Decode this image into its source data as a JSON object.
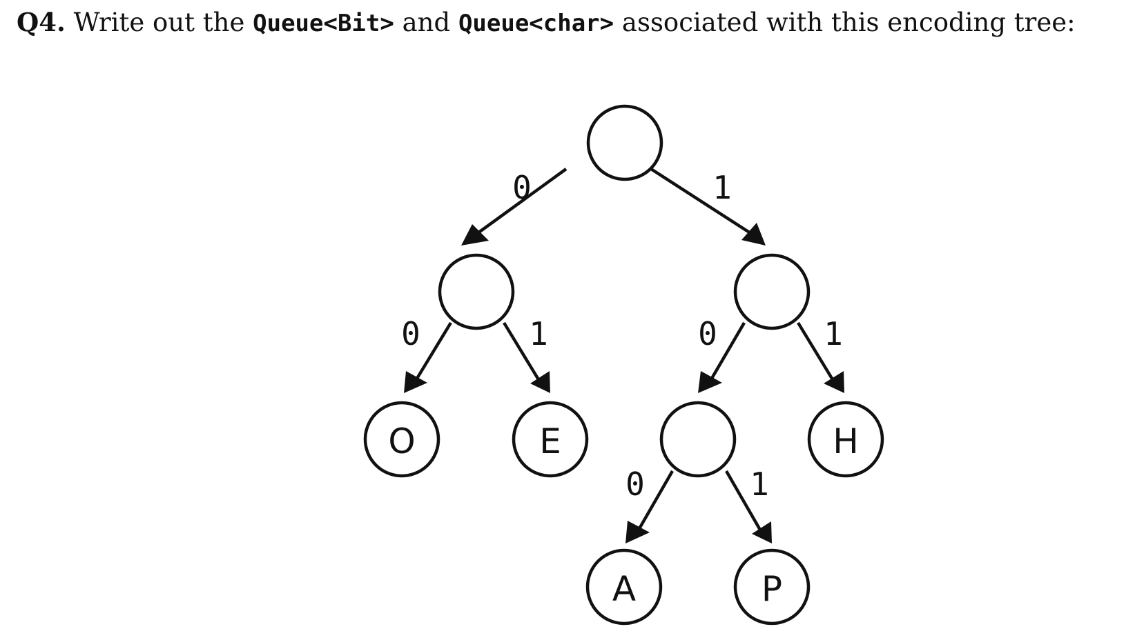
{
  "question": {
    "number": "Q4.",
    "text_1": "Write out the",
    "code_1": "Queue<Bit>",
    "text_2": "and",
    "code_2": "Queue<char>",
    "text_3": "associated with this encoding tree:"
  },
  "tree": {
    "root": {
      "label": "",
      "left_bit": "0",
      "right_bit": "1",
      "left": {
        "label": "",
        "left_bit": "0",
        "right_bit": "1",
        "left": {
          "label": "O"
        },
        "right": {
          "label": "E"
        }
      },
      "right": {
        "label": "",
        "left_bit": "0",
        "right_bit": "1",
        "left": {
          "label": "",
          "left_bit": "0",
          "right_bit": "1",
          "left": {
            "label": "A"
          },
          "right": {
            "label": "P"
          }
        },
        "right": {
          "label": "H"
        }
      }
    }
  }
}
